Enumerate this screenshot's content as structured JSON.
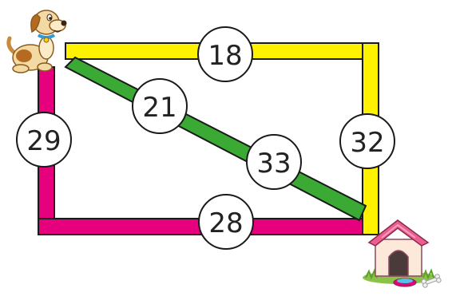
{
  "diagram": {
    "paths": [
      {
        "id": "top",
        "color": "#FFF200",
        "value": "18"
      },
      {
        "id": "diagonal",
        "color": "#3AAA35",
        "values": [
          "21",
          "33"
        ]
      },
      {
        "id": "left",
        "color": "#E6007E",
        "value": "29"
      },
      {
        "id": "right",
        "color": "#FFF200",
        "value": "32"
      },
      {
        "id": "bottom",
        "color": "#E6007E",
        "value": "28"
      }
    ],
    "start_icon": "dog-icon",
    "end_icon": "doghouse-icon"
  }
}
